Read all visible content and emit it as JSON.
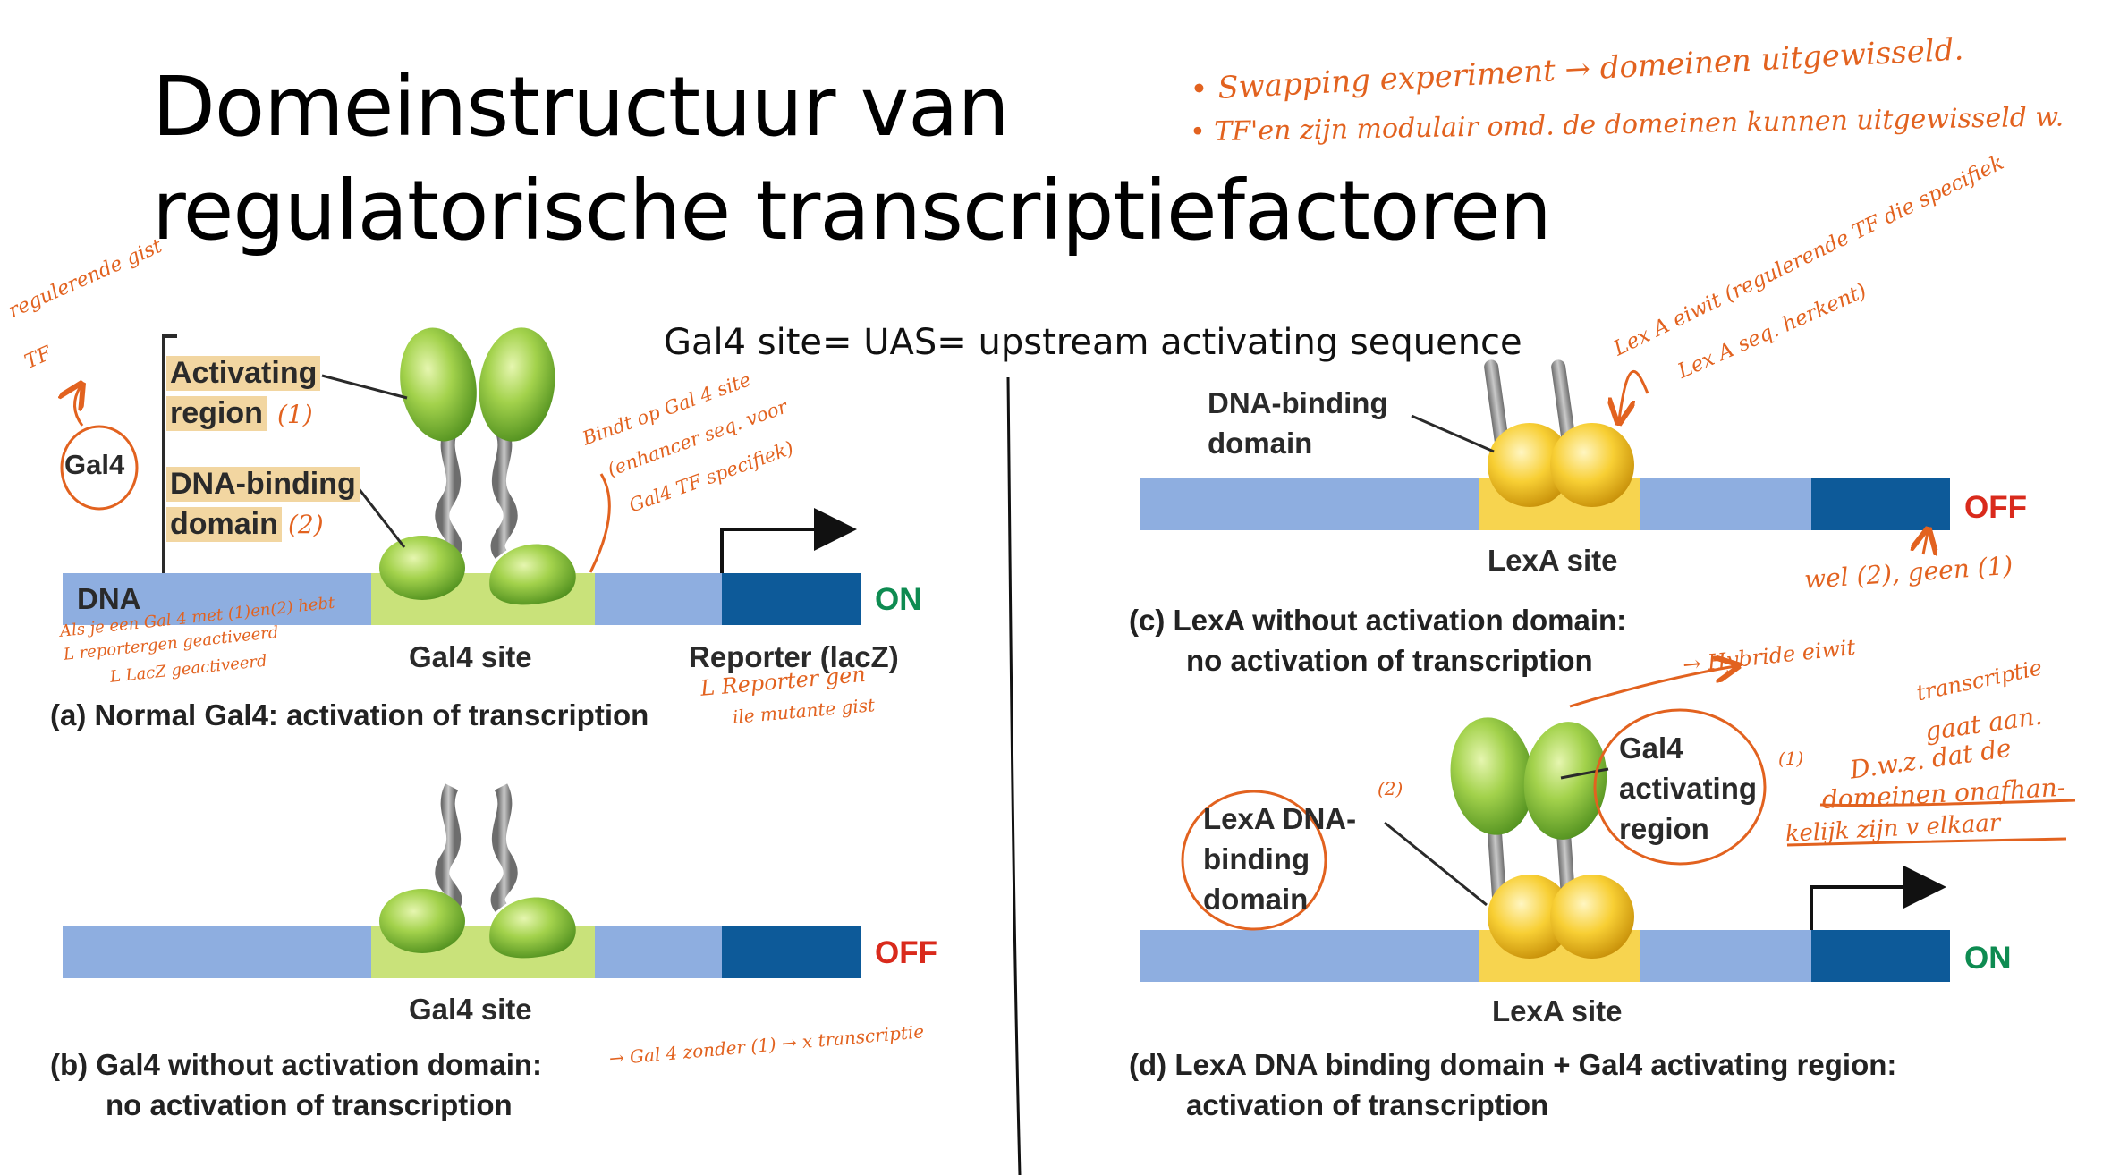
{
  "title": {
    "line1": "Domeinstructuur van",
    "line2": "regulatorische transcriptiefactoren"
  },
  "subtitle": "Gal4 site= UAS= upstream activating sequence",
  "panel_a": {
    "gal4_label": "Gal4",
    "activating_region": "Activating",
    "activating_region_2": "region",
    "activating_mark": "(1)",
    "dna_binding": "DNA-binding",
    "dna_binding_2": "domain",
    "dna_binding_mark": "(2)",
    "dna_label": "DNA",
    "site_label": "Gal4 site",
    "reporter_label": "Reporter (lacZ)",
    "status": "ON",
    "caption_letter": "(a)",
    "caption": "Normal Gal4: activation of transcription"
  },
  "panel_b": {
    "site_label": "Gal4 site",
    "status": "OFF",
    "caption_letter": "(b)",
    "caption_line1": "Gal4 without activation domain:",
    "caption_line2": "no activation of transcription"
  },
  "panel_c": {
    "dna_binding": "DNA-binding",
    "dna_binding_2": "domain",
    "site_label": "LexA site",
    "status": "OFF",
    "caption_letter": "(c)",
    "caption_line1": "LexA without activation domain:",
    "caption_line2": "no activation of transcription"
  },
  "panel_d": {
    "gal4_activating": "Gal4",
    "gal4_activating_2": "activating",
    "gal4_activating_3": "region",
    "lexa_binding": "LexA DNA-",
    "lexa_binding_2": "binding",
    "lexa_binding_3": "domain",
    "site_label": "LexA site",
    "status": "ON",
    "caption_letter": "(d)",
    "caption_line1": "LexA DNA binding domain + Gal4 activating region:",
    "caption_line2": "activation of transcription"
  },
  "notes": {
    "swap1": "• Swapping experiment → domeinen uitgewisseld.",
    "swap2": "• TF'en zijn modulair omd. de domeinen kunnen uitgewisseld w.",
    "reg_gist": "regulerende gist",
    "reg_tf": "TF",
    "binds1": "Bindt op Gal 4 site",
    "binds2": "(enhancer seq. voor",
    "binds3": "Gal4 TF specifiek)",
    "als1": "Als je een Gal 4 met (1)en(2) hebt",
    "als2": "L reportergen geactiveerd",
    "als3": "L LacZ geactiveerd",
    "reporter1": "L Reporter gen",
    "reporter2": "ile mutante gist",
    "lexa1": "Lex A eiwit (regulerende TF die specifiek",
    "lexa2": "Lex A seq. herkent)",
    "wel": "wel (2), geen (1)",
    "gal4zonder": "→ Gal 4 zonder (1) → x transcriptie",
    "hybride": "→ Hybride eiwit",
    "transcr1": "transcriptie",
    "transcr2": "gaat aan.",
    "dwz": "D.w.z. dat de",
    "dom1": "domeinen onafhan-",
    "dom2": "kelijk zijn v elkaar",
    "mark1": "(1)",
    "mark2": "(2)"
  },
  "colors": {
    "dna_blue": "#8eaee0",
    "dark_blue": "#0d5a99",
    "gal4_site": "#c9e27a",
    "lexa_site": "#f7d44f",
    "green_protein": "#8cc63f",
    "yellow_protein": "#f5c220",
    "annotation": "#e2621f",
    "on": "#0e8b51",
    "off": "#d92a1c"
  }
}
